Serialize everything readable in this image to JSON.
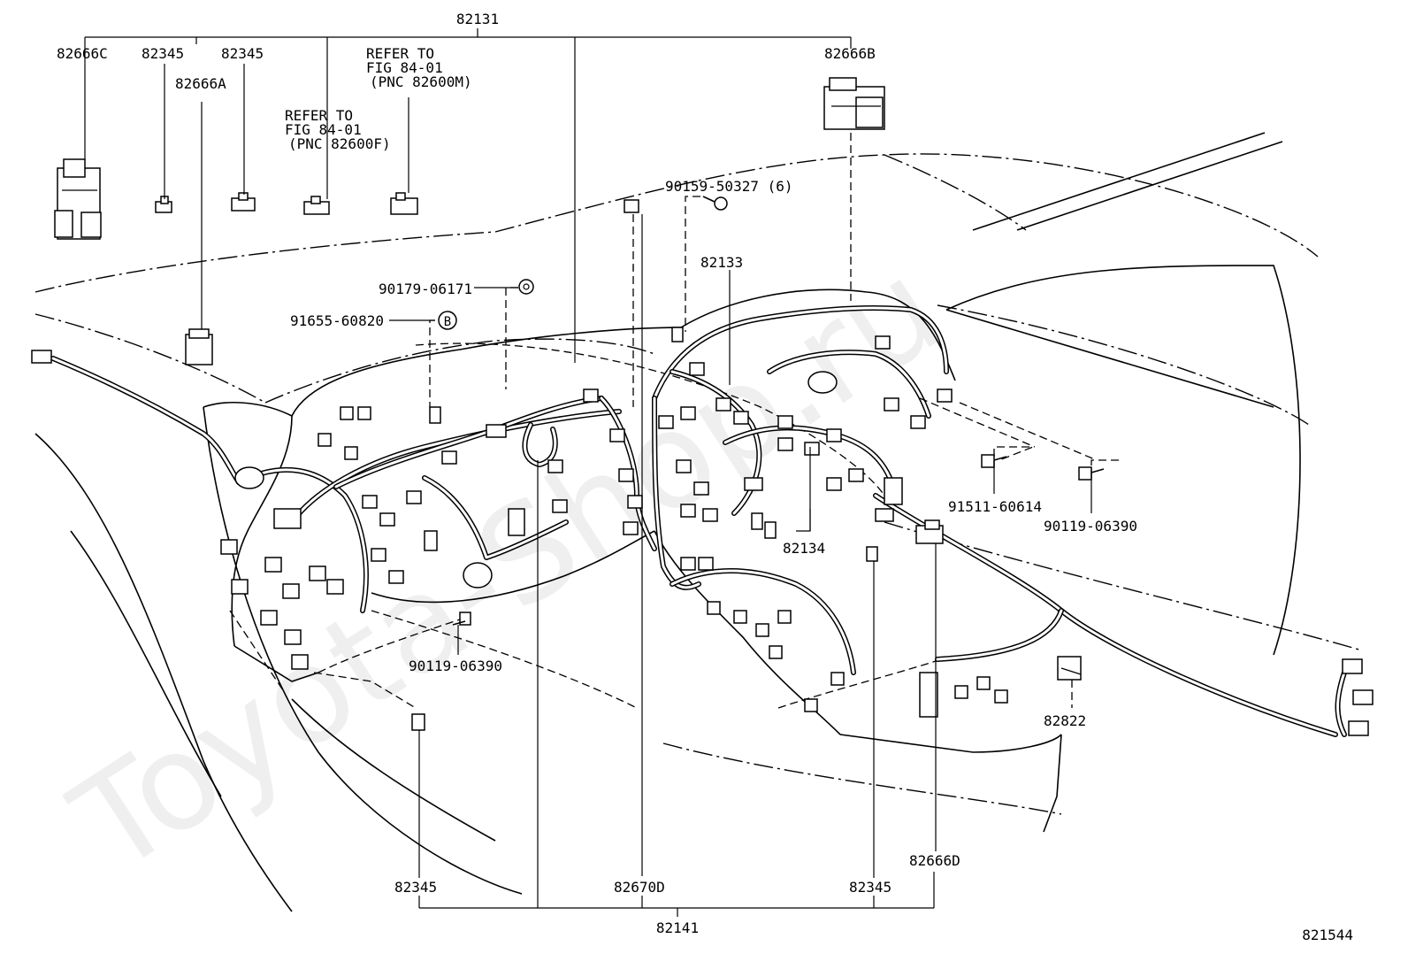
{
  "watermark": "Toyota-Shop.ru",
  "figure_id": "821544",
  "callouts": {
    "p82131": "82131",
    "p82666C": "82666C",
    "p82345_a": "82345",
    "p82345_b": "82345",
    "p82666A": "82666A",
    "refer1_line1": "REFER TO",
    "refer1_line2": "FIG 84-01",
    "refer1_line3": "(PNC 82600F)",
    "refer2_line1": "REFER TO",
    "refer2_line2": "FIG 84-01",
    "refer2_line3": "(PNC 82600M)",
    "p82666B": "82666B",
    "p90159": "90159-50327 (6)",
    "p82133": "82133",
    "p90179": "90179-06171",
    "p91655": "91655-60820",
    "symbol_b": "B",
    "p91511": "91511-60614",
    "p90119_r": "90119-06390",
    "p82134": "82134",
    "p90119_l": "90119-06390",
    "p82822": "82822",
    "p82666D": "82666D",
    "p82345_bl": "82345",
    "p82670D": "82670D",
    "p82345_br": "82345",
    "p82141": "82141"
  }
}
